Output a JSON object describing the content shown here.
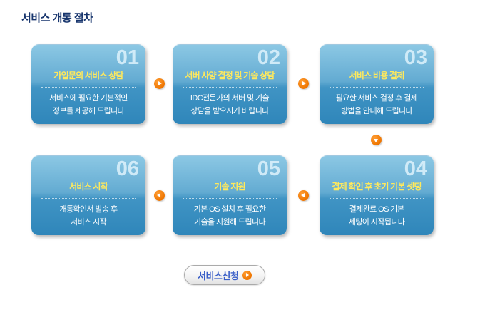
{
  "page": {
    "title": "서비스 개통 절차"
  },
  "steps": [
    {
      "number": "01",
      "title": "가입문의 서비스 상담",
      "lines": [
        "서비스에 필요한 기본적인",
        "정보를 제공해 드립니다"
      ]
    },
    {
      "number": "02",
      "title": "서버 사양 결정 및 기술 상담",
      "lines": [
        "IDC전문가의 서버 및 기술",
        "상담을 받으시기 바랍니다"
      ]
    },
    {
      "number": "03",
      "title": "서비스 비용 결제",
      "lines": [
        "필요한 서비스 결정 후 결제",
        "방법을 안내해 드립니다"
      ]
    },
    {
      "number": "04",
      "title": "결제 확인 후 초기 기본 셋팅",
      "lines": [
        "결제완료 OS 기본",
        "세팅이 시작됩니다"
      ]
    },
    {
      "number": "05",
      "title": "기술 지원",
      "lines": [
        "기본 OS 설치 후 필요한",
        "기술을 지원해 드립니다"
      ]
    },
    {
      "number": "06",
      "title": "서비스 시작",
      "lines": [
        "개통확인서 발송 후",
        "서비스 시작"
      ]
    }
  ],
  "apply_button": {
    "label": "서비스신청"
  },
  "icons": {
    "arrow_right": "▶",
    "arrow_down": "▼",
    "arrow_left": "◀"
  },
  "colors": {
    "card_blue_top": "#8cc8e4",
    "card_blue_bottom": "#2f86ba",
    "step_title_yellow": "#ffe95c",
    "arrow_orange": "#ee7500",
    "page_title_navy": "#17356d",
    "button_text_blue": "#3a5fc8"
  }
}
